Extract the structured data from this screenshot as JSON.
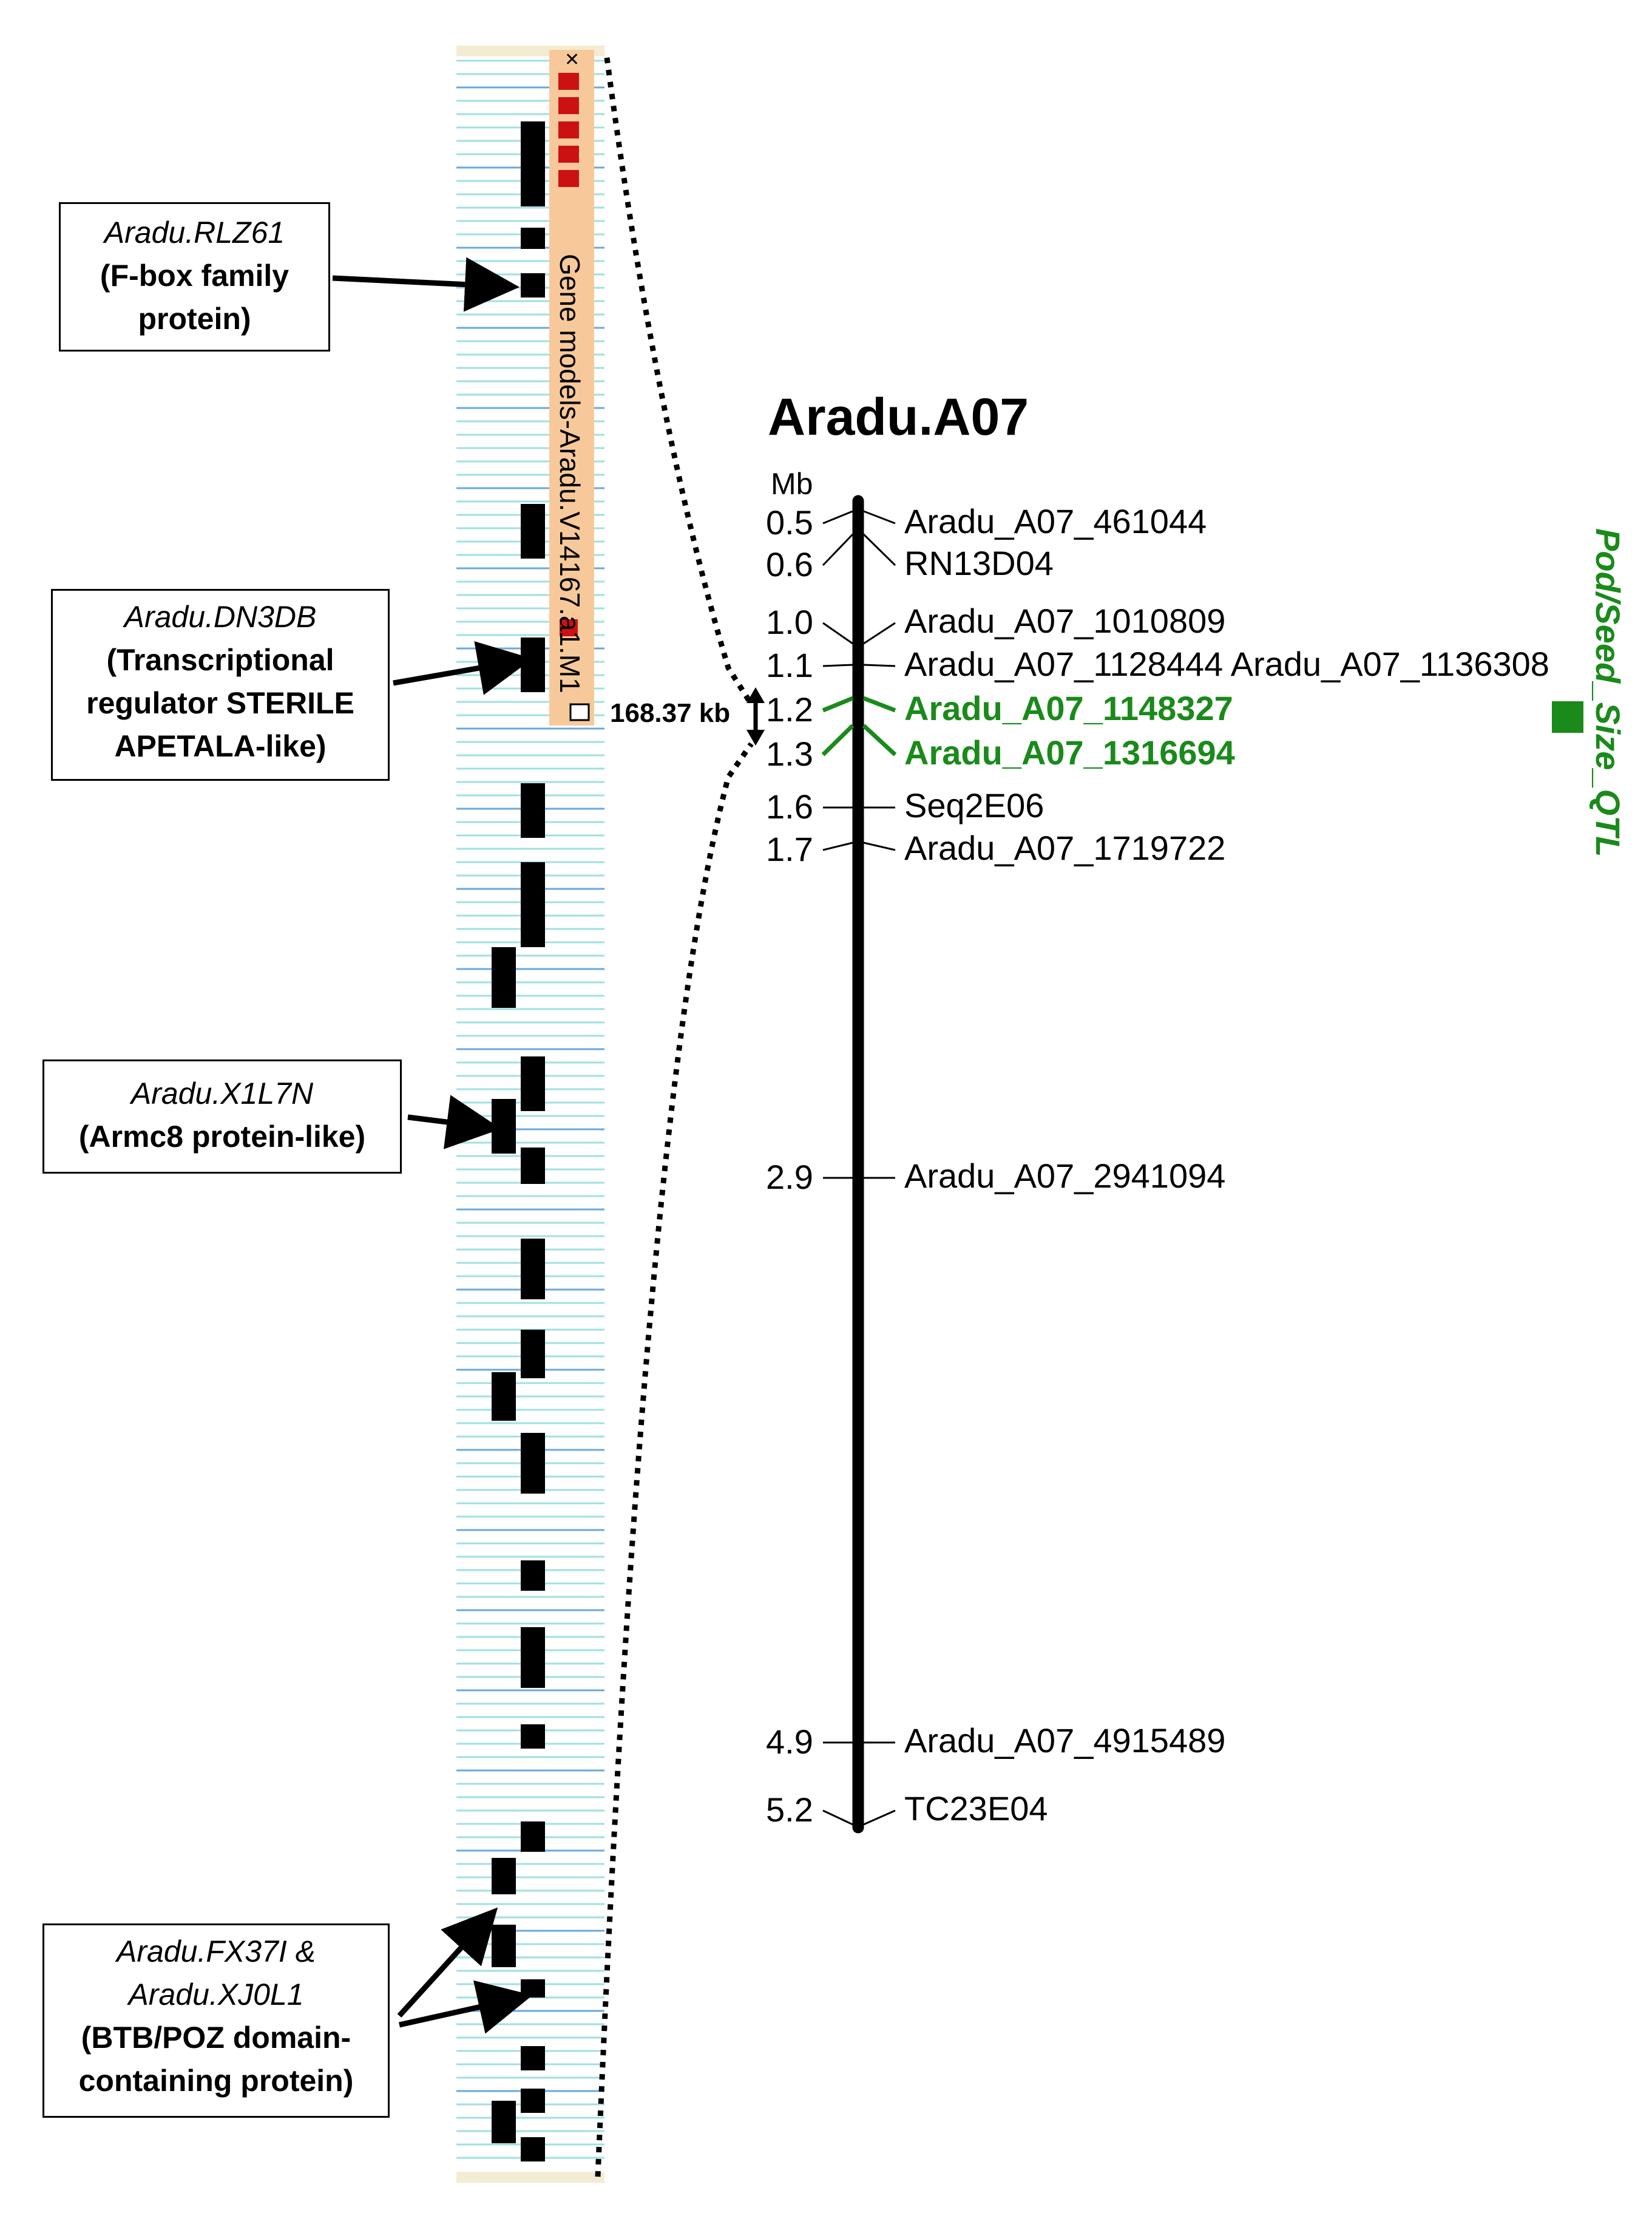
{
  "chromosome": {
    "name": "Aradu.A07",
    "unit": "Mb"
  },
  "markers": [
    {
      "pos_label": "0.5",
      "name": "Aradu_A07_461044",
      "highlight": false
    },
    {
      "pos_label": "0.6",
      "name": "RN13D04",
      "highlight": false
    },
    {
      "pos_label": "1.0",
      "name": "Aradu_A07_1010809",
      "highlight": false
    },
    {
      "pos_label": "1.1",
      "name": "Aradu_A07_1128444 Aradu_A07_1136308",
      "highlight": false
    },
    {
      "pos_label": "1.2",
      "name": "Aradu_A07_1148327",
      "highlight": true
    },
    {
      "pos_label": "1.3",
      "name": "Aradu_A07_1316694",
      "highlight": true
    },
    {
      "pos_label": "1.6",
      "name": "Seq2E06",
      "highlight": false
    },
    {
      "pos_label": "1.7",
      "name": "Aradu_A07_1719722",
      "highlight": false
    },
    {
      "pos_label": "2.9",
      "name": "Aradu_A07_2941094",
      "highlight": false
    },
    {
      "pos_label": "4.9",
      "name": "Aradu_A07_4915489",
      "highlight": false
    },
    {
      "pos_label": "5.2",
      "name": "TC23E04",
      "highlight": false
    }
  ],
  "qtl": {
    "label": "Pod/Seed_Size_QTL",
    "color": "#1a8a1a"
  },
  "interval": {
    "label": "168.37 kb"
  },
  "gene_track": {
    "label": "Gene models-Aradu.V14167.a1.M1",
    "panel_color": "#f7c99a",
    "line_color": "#9fe0e0"
  },
  "callouts": [
    {
      "gene": "Aradu.RLZ61",
      "desc": "(F-box family protein)"
    },
    {
      "gene": "Aradu.DN3DB",
      "desc": "(Transcriptional regulator STERILE APETALA-like)"
    },
    {
      "gene": "Aradu.X1L7N",
      "desc": "(Armc8 protein-like)"
    },
    {
      "gene": "Aradu.FX37I & Aradu.XJ0L1",
      "desc": "(BTB/POZ domain-containing protein)"
    }
  ]
}
